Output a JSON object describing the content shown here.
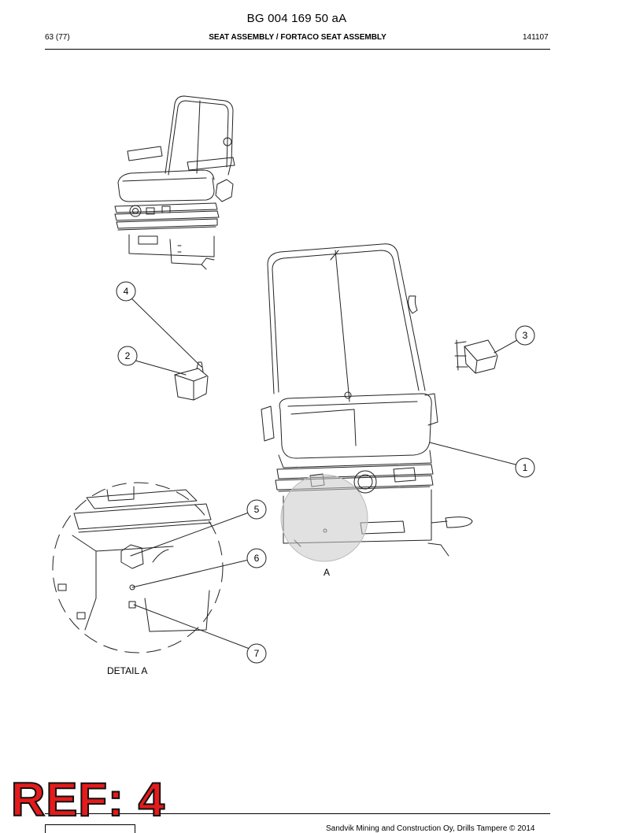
{
  "document": {
    "title": "BG 004 169 50 aA",
    "page": "63 (77)",
    "section_title": "SEAT ASSEMBLY / FORTACO SEAT ASSEMBLY",
    "date_code": "141107"
  },
  "drawing": {
    "callouts": [
      "1",
      "2",
      "3",
      "4",
      "5",
      "6",
      "7"
    ],
    "view_label": "A",
    "detail_label": "DETAIL A"
  },
  "stamp": {
    "text": "REF: 4",
    "color": "#e51b1b"
  },
  "footer": {
    "copyright": "Sandvik Mining and Construction Oy, Drills Tampere © 2014"
  }
}
